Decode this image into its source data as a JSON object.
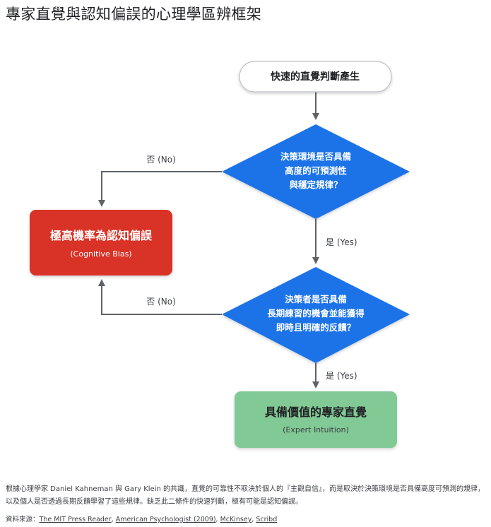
{
  "title": "專家直覺與認知偏誤的心理學區辨框架",
  "nodes": {
    "start": {
      "label": "快速的直覺判斷產生"
    },
    "decision1": {
      "lines": [
        "決策環境是否具備",
        "高度的可預測性",
        "與穩定規律？"
      ]
    },
    "decision2": {
      "lines": [
        "決策者是否具備",
        "長期練習的機會並能獲得",
        "即時且明確的反饋？"
      ]
    },
    "bias": {
      "label": "極高機率為認知偏誤",
      "sublabel": "(Cognitive Bias)"
    },
    "expert": {
      "label": "具備價值的專家直覺",
      "sublabel": "(Expert Intuition)"
    }
  },
  "edges": {
    "d1_no": "否 (No)",
    "d1_yes": "是 (Yes)",
    "d2_no": "否 (No)",
    "d2_yes": "是 (Yes)"
  },
  "colors": {
    "start_fill": "#ffffff",
    "decision_fill": "#1a73e8",
    "bias_fill": "#d93025",
    "expert_fill": "#81c995",
    "arrow": "#5f6368"
  },
  "footer": {
    "text": "根據心理學家 Daniel Kahneman 與 Gary Klein 的共識，直覺的可靠性不取決於個人的『主觀自信』，而是取決於決策環境是否具備高度可預測的規律，以及個人是否透過長期反饋學習了這些規律。缺乏此二條件的快速判斷，極有可能是認知偏誤。",
    "sources_label": "資料來源：",
    "sources": [
      "The MIT Press Reader",
      "American Psychologist (2009)",
      "McKinsey",
      "Scribd"
    ]
  }
}
